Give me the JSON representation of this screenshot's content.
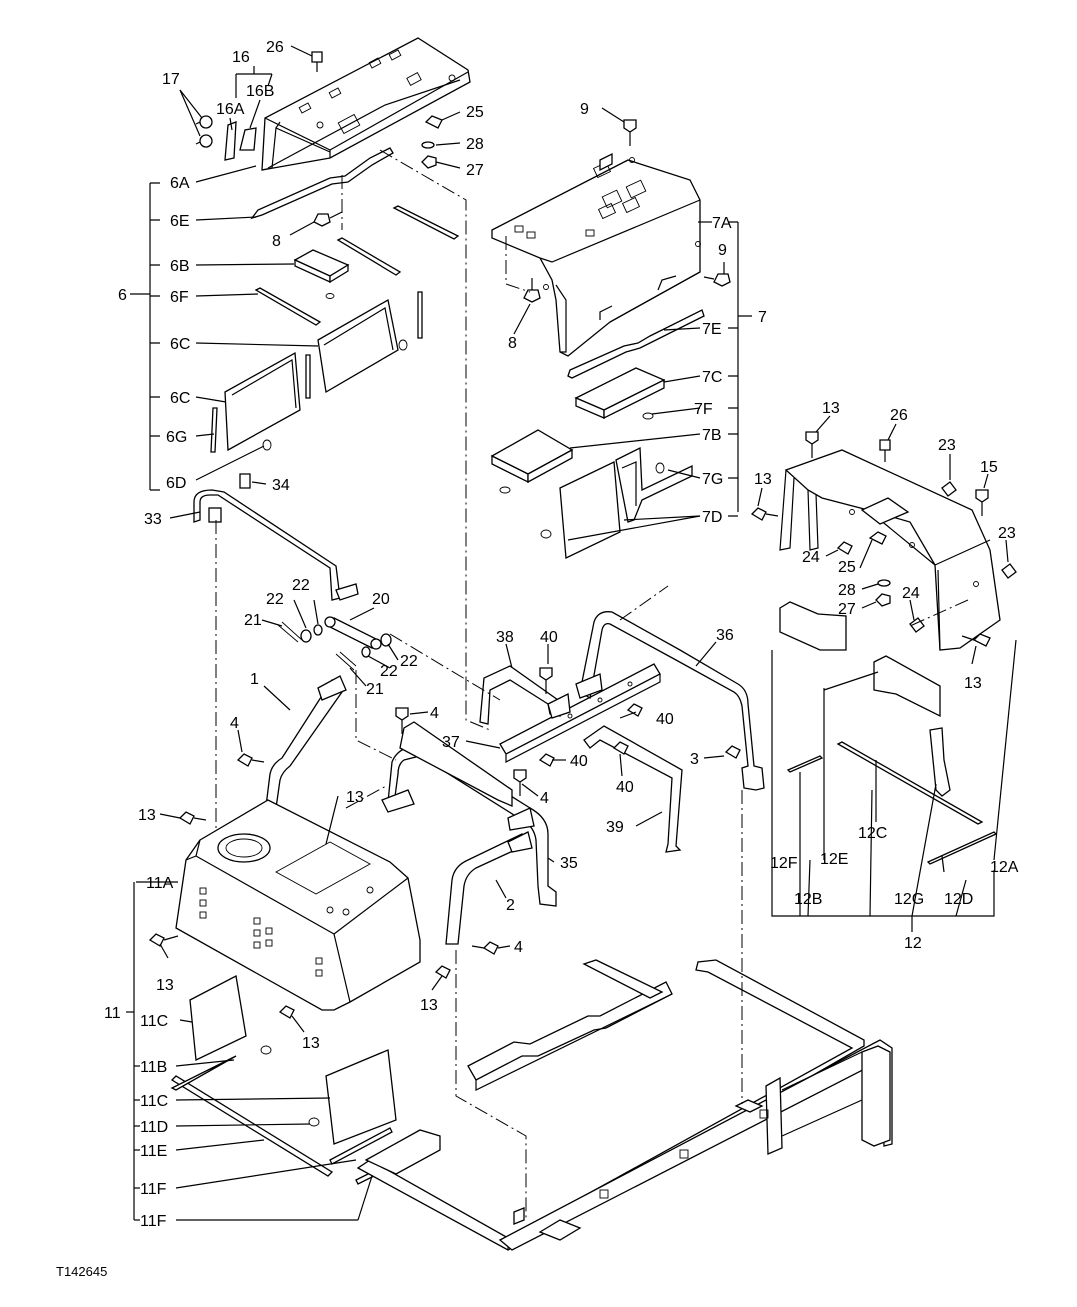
{
  "figure_id": "T142645",
  "callouts": {
    "c26a": "26",
    "c16": "16",
    "c17": "17",
    "c16A": "16A",
    "c16B": "16B",
    "c25a": "25",
    "c28a": "28",
    "c27a": "27",
    "c6A": "6A",
    "c6E": "6E",
    "c8a": "8",
    "c6B": "6B",
    "c6": "6",
    "c6F": "6F",
    "c6C1": "6C",
    "c6C2": "6C",
    "c6G": "6G",
    "c6D": "6D",
    "c34": "34",
    "c33": "33",
    "c9a": "9",
    "c7A": "7A",
    "c9b": "9",
    "c7": "7",
    "c8b": "8",
    "c7E": "7E",
    "c7C": "7C",
    "c7F": "7F",
    "c7B": "7B",
    "c7G": "7G",
    "c7D": "7D",
    "c13a": "13",
    "c26b": "26",
    "c23a": "23",
    "c15": "15",
    "c13b": "13",
    "c23b": "23",
    "c24a": "24",
    "c25b": "25",
    "c28b": "28",
    "c27b": "27",
    "c24b": "24",
    "c13c": "13",
    "c22a": "22",
    "c22b": "22",
    "c20": "20",
    "c21a": "21",
    "c22c": "22",
    "c22d": "22",
    "c21b": "21",
    "c38": "38",
    "c40a": "40",
    "c36": "36",
    "c1": "1",
    "c4a": "4",
    "c4b": "4",
    "c37": "37",
    "c40b": "40",
    "c40c": "40",
    "c40d": "40",
    "c4c": "4",
    "c3": "3",
    "c39": "39",
    "c13d": "13",
    "c13e": "13",
    "c35": "35",
    "c2": "2",
    "c4d": "4",
    "c11A": "11A",
    "c13f": "13",
    "c13g": "13",
    "c13h": "13",
    "c11": "11",
    "c11C1": "11C",
    "c11B": "11B",
    "c11C2": "11C",
    "c11D": "11D",
    "c11E": "11E",
    "c11F1": "11F",
    "c11F2": "11F",
    "c12F": "12F",
    "c12E": "12E",
    "c12C": "12C",
    "c12A": "12A",
    "c12B": "12B",
    "c12G": "12G",
    "c12D": "12D",
    "c12": "12"
  }
}
